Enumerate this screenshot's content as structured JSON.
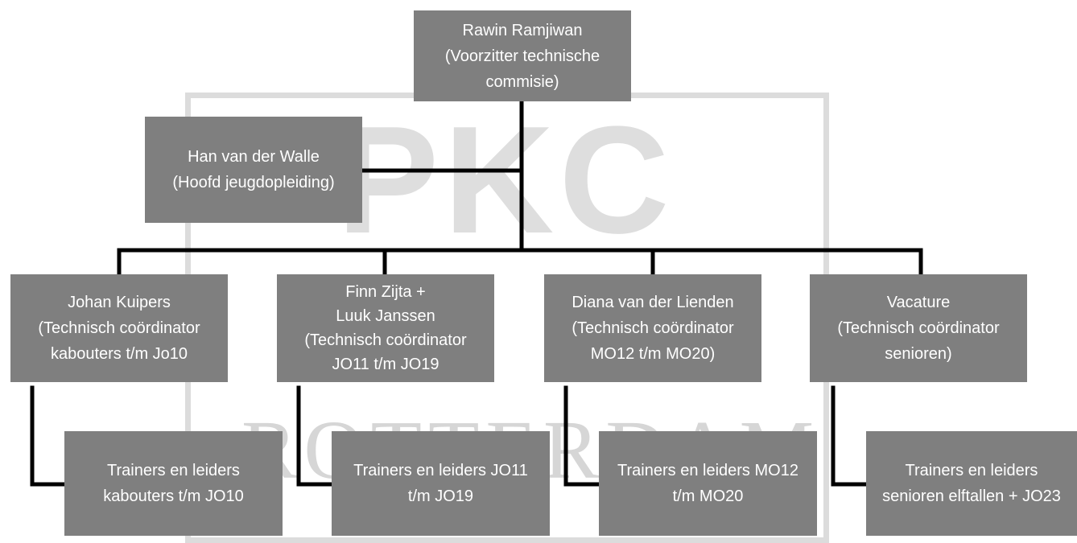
{
  "watermark": {
    "text": "PKC",
    "subtext": "ROTTERDAM"
  },
  "nodes": {
    "chair": {
      "name": "Rawin Ramjiwan",
      "role_1": "(Voorzitter technische",
      "role_2": "commisie)"
    },
    "youth_head": {
      "name": "Han van der Walle",
      "role": "(Hoofd jeugdopleiding)"
    },
    "coord_kabouters": {
      "name": "Johan Kuipers",
      "role_1": "(Technisch coördinator",
      "role_2": "kabouters t/m Jo10"
    },
    "coord_jo": {
      "name_1": "Finn Zijta +",
      "name_2": "Luuk Janssen",
      "role_1": "(Technisch coördinator",
      "role_2": "JO11 t/m JO19"
    },
    "coord_mo": {
      "name": "Diana van der Lienden",
      "role_1": "(Technisch coördinator",
      "role_2": "MO12 t/m MO20)"
    },
    "coord_senioren": {
      "name": "Vacature",
      "role_1": "(Technisch coördinator",
      "role_2": "senioren)"
    },
    "trainers_kabouters": {
      "line_1": "Trainers en leiders",
      "line_2": "kabouters t/m JO10"
    },
    "trainers_jo": {
      "line_1": "Trainers en leiders JO11",
      "line_2": "t/m JO19"
    },
    "trainers_mo": {
      "line_1": "Trainers en leiders MO12",
      "line_2": "t/m MO20"
    },
    "trainers_senioren": {
      "line_1": "Trainers en leiders",
      "line_2": "senioren elftallen + JO23"
    }
  }
}
